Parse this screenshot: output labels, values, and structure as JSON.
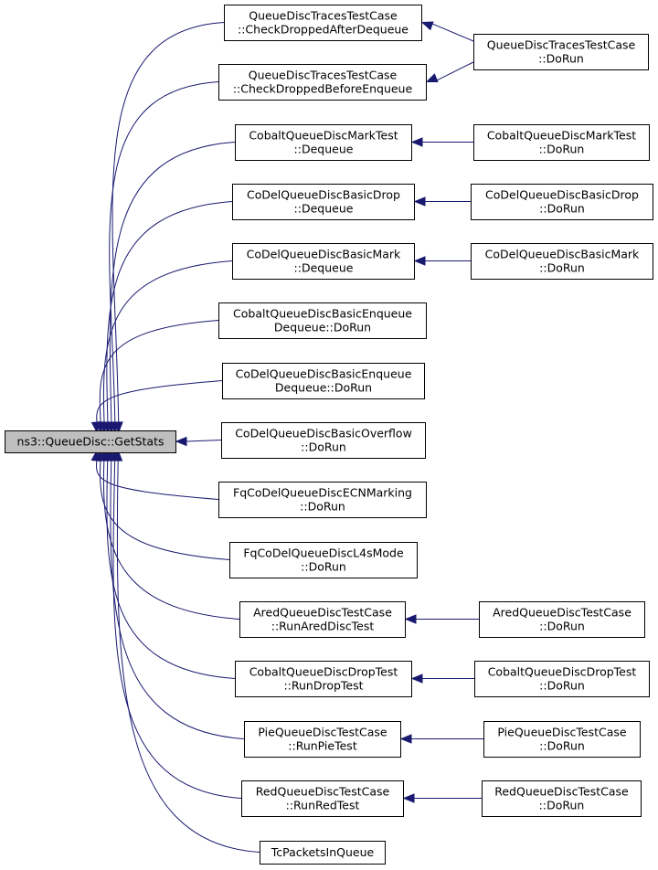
{
  "root": {
    "id": "root",
    "lines": [
      "ns3::QueueDisc::GetStats"
    ]
  },
  "nodes": [
    {
      "id": "n1",
      "lines": [
        "QueueDiscTracesTestCase",
        "::CheckDroppedAfterDequeue"
      ]
    },
    {
      "id": "n2",
      "lines": [
        "QueueDiscTracesTestCase",
        "::CheckDroppedBeforeEnqueue"
      ]
    },
    {
      "id": "n3",
      "lines": [
        "CobaltQueueDiscMarkTest",
        "::Dequeue"
      ]
    },
    {
      "id": "n4",
      "lines": [
        "CoDelQueueDiscBasicDrop",
        "::Dequeue"
      ]
    },
    {
      "id": "n5",
      "lines": [
        "CoDelQueueDiscBasicMark",
        "::Dequeue"
      ]
    },
    {
      "id": "n6",
      "lines": [
        "CobaltQueueDiscBasicEnqueue",
        "Dequeue::DoRun"
      ]
    },
    {
      "id": "n7",
      "lines": [
        "CoDelQueueDiscBasicEnqueue",
        "Dequeue::DoRun"
      ]
    },
    {
      "id": "n8",
      "lines": [
        "CoDelQueueDiscBasicOverflow",
        "::DoRun"
      ]
    },
    {
      "id": "n9",
      "lines": [
        "FqCoDelQueueDiscECNMarking",
        "::DoRun"
      ]
    },
    {
      "id": "n10",
      "lines": [
        "FqCoDelQueueDiscL4sMode",
        "::DoRun"
      ]
    },
    {
      "id": "n11",
      "lines": [
        "AredQueueDiscTestCase",
        "::RunAredDiscTest"
      ]
    },
    {
      "id": "n12",
      "lines": [
        "CobaltQueueDiscDropTest",
        "::RunDropTest"
      ]
    },
    {
      "id": "n13",
      "lines": [
        "PieQueueDiscTestCase",
        "::RunPieTest"
      ]
    },
    {
      "id": "n14",
      "lines": [
        "RedQueueDiscTestCase",
        "::RunRedTest"
      ]
    },
    {
      "id": "n15",
      "lines": [
        "TcPacketsInQueue"
      ]
    },
    {
      "id": "r1",
      "lines": [
        "QueueDiscTracesTestCase",
        "::DoRun"
      ]
    },
    {
      "id": "r3",
      "lines": [
        "CobaltQueueDiscMarkTest",
        "::DoRun"
      ]
    },
    {
      "id": "r4",
      "lines": [
        "CoDelQueueDiscBasicDrop",
        "::DoRun"
      ]
    },
    {
      "id": "r5",
      "lines": [
        "CoDelQueueDiscBasicMark",
        "::DoRun"
      ]
    },
    {
      "id": "r11",
      "lines": [
        "AredQueueDiscTestCase",
        "::DoRun"
      ]
    },
    {
      "id": "r12",
      "lines": [
        "CobaltQueueDiscDropTest",
        "::DoRun"
      ]
    },
    {
      "id": "r13",
      "lines": [
        "PieQueueDiscTestCase",
        "::DoRun"
      ]
    },
    {
      "id": "r14",
      "lines": [
        "RedQueueDiscTestCase",
        "::DoRun"
      ]
    }
  ],
  "edges": [
    {
      "from": "n1",
      "to": "root"
    },
    {
      "from": "n2",
      "to": "root"
    },
    {
      "from": "n3",
      "to": "root"
    },
    {
      "from": "n4",
      "to": "root"
    },
    {
      "from": "n5",
      "to": "root"
    },
    {
      "from": "n6",
      "to": "root"
    },
    {
      "from": "n7",
      "to": "root"
    },
    {
      "from": "n8",
      "to": "root"
    },
    {
      "from": "n9",
      "to": "root"
    },
    {
      "from": "n10",
      "to": "root"
    },
    {
      "from": "n11",
      "to": "root"
    },
    {
      "from": "n12",
      "to": "root"
    },
    {
      "from": "n13",
      "to": "root"
    },
    {
      "from": "n14",
      "to": "root"
    },
    {
      "from": "n15",
      "to": "root"
    },
    {
      "from": "r1",
      "to": "n1"
    },
    {
      "from": "r1",
      "to": "n2"
    },
    {
      "from": "r3",
      "to": "n3"
    },
    {
      "from": "r4",
      "to": "n4"
    },
    {
      "from": "r5",
      "to": "n5"
    },
    {
      "from": "r11",
      "to": "n11"
    },
    {
      "from": "r12",
      "to": "n12"
    },
    {
      "from": "r13",
      "to": "n13"
    },
    {
      "from": "r14",
      "to": "n14"
    }
  ],
  "colors": {
    "edge": "#191970",
    "root_fill": "#bfbfbf",
    "node_fill": "#ffffff",
    "border": "#000000"
  }
}
